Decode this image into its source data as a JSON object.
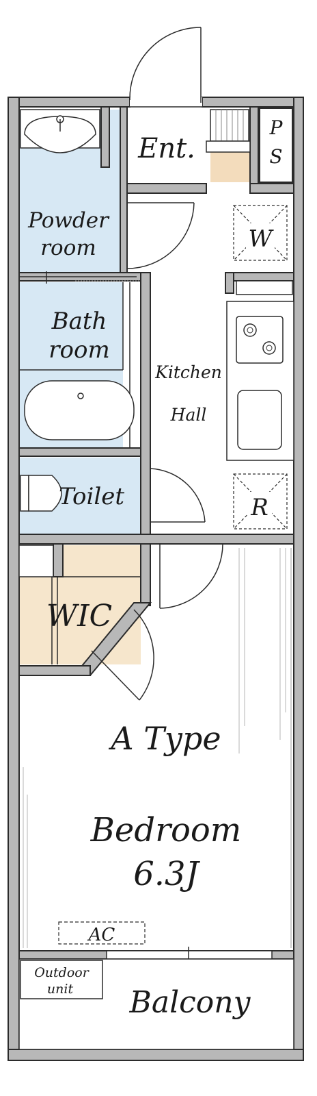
{
  "plan": {
    "type_label": "A Type",
    "rooms": {
      "entrance": "Ent.",
      "ps_top": "P",
      "ps_bottom": "S",
      "powder_line1": "Powder",
      "powder_line2": "room",
      "bath_line1": "Bath",
      "bath_line2": "room",
      "kitchen_line1": "Kitchen",
      "kitchen_line2": "Hall",
      "washer": "W",
      "fridge": "R",
      "toilet": "Toilet",
      "wic": "WIC",
      "bedroom": "Bedroom",
      "bedroom_size": "6.3J",
      "ac": "AC",
      "outdoor_line1": "Outdoor",
      "outdoor_line2": "unit",
      "balcony": "Balcony"
    },
    "colors": {
      "wet_area": "#d7e8f4",
      "storage": "#f6e6cc",
      "genkan": "#f3dcbc",
      "wall": "#b8b8b8"
    }
  }
}
